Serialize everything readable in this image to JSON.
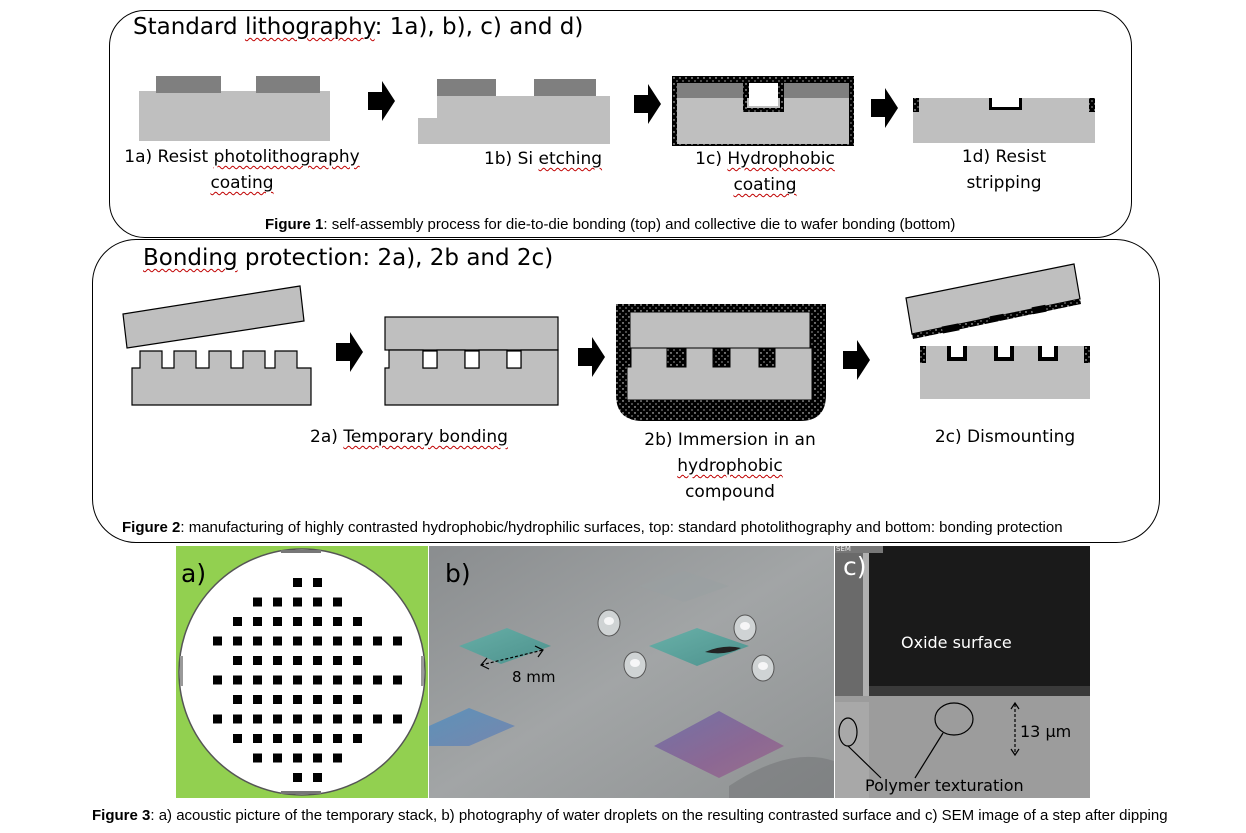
{
  "panel1": {
    "title_a": "Standard ",
    "title_b": "lithography",
    "title_c": ": 1a), b), c) and d)",
    "step1a_l1_a": "1a) Resist ",
    "step1a_l1_b": "photolithography",
    "step1a_l2": "coating",
    "step1b_a": "1b) Si ",
    "step1b_b": "etching",
    "step1c_l1_a": "1c) ",
    "step1c_l1_b": "Hydrophobic",
    "step1c_l2": "coating",
    "step1d_l1": "1d) Resist",
    "step1d_l2": "stripping",
    "caption_label": "Figure 1",
    "caption_text": ": self-assembly process for die-to-die bonding (top) and collective die to wafer bonding (bottom)"
  },
  "panel2": {
    "title_a": "Bonding",
    "title_b": " protection: 2a), 2b and 2c)",
    "step2a_a": "2a) ",
    "step2a_b": "Temporary bonding",
    "step2b_l1": "2b) Immersion in an",
    "step2b_l2": "hydrophobic",
    "step2b_l3": "compound",
    "step2c": "2c) Dismounting",
    "caption_label": "Figure 2",
    "caption_text": ": manufacturing of highly contrasted hydrophobic/hydrophilic surfaces, top: standard photolithography and bottom: bonding protection"
  },
  "photos": {
    "a_label": "a)",
    "b_label": "b)",
    "b_scale": "8 mm",
    "c_label": "c)",
    "c_oxide": "Oxide surface",
    "c_scale": "13 µm",
    "c_polymer": "Polymer texturation",
    "c_sem_tag": "SEM"
  },
  "figure3": {
    "caption_label": "Figure 3",
    "caption_text": ": a) acoustic picture of the temporary stack, b) photography of water droplets on the resulting contrasted surface and c) SEM image of a step after dipping"
  },
  "colors": {
    "silicon": "#bfbfbf",
    "resist": "#7f7f7f",
    "spellcheck": "#c00000",
    "acoustic_bg": "#92d050"
  }
}
